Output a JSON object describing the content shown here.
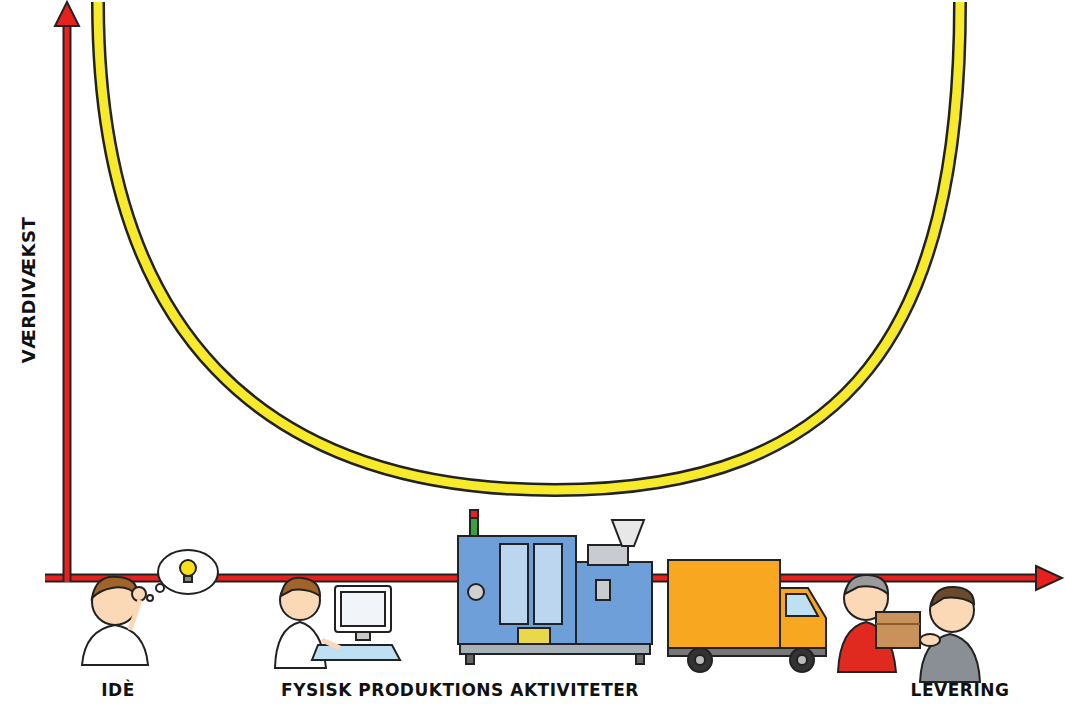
{
  "diagram": {
    "labels": [
      "VÆRDIVÆKST",
      "IDÈ",
      "FYSISK PRODUKTIONS AKTIVITETER",
      "LEVERING"
    ]
  }
}
